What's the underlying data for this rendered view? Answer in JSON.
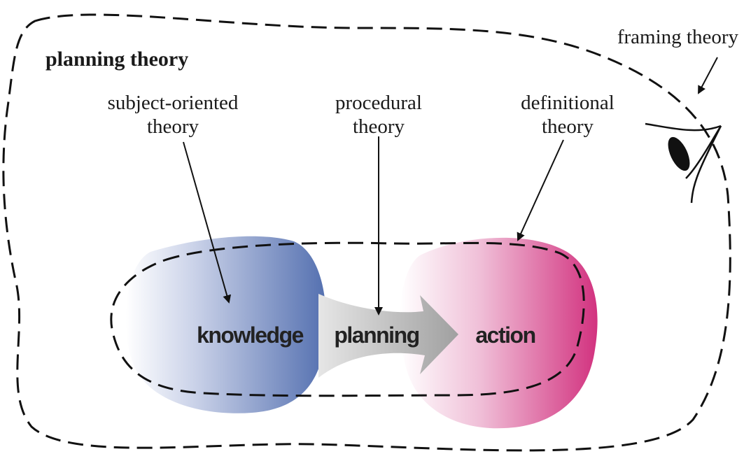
{
  "title": "planning theory",
  "labels": {
    "framing": "framing theory",
    "subject_1": "subject-oriented",
    "subject_2": "theory",
    "procedural_1": "procedural",
    "procedural_2": "theory",
    "definitional_1": "definitional",
    "definitional_2": "theory"
  },
  "nodes": {
    "knowledge": "knowledge",
    "planning": "planning",
    "action": "action"
  },
  "colors": {
    "knowledge": "#5470b0",
    "action": "#d2327f",
    "planning_arrow": "#a8a8a8"
  }
}
